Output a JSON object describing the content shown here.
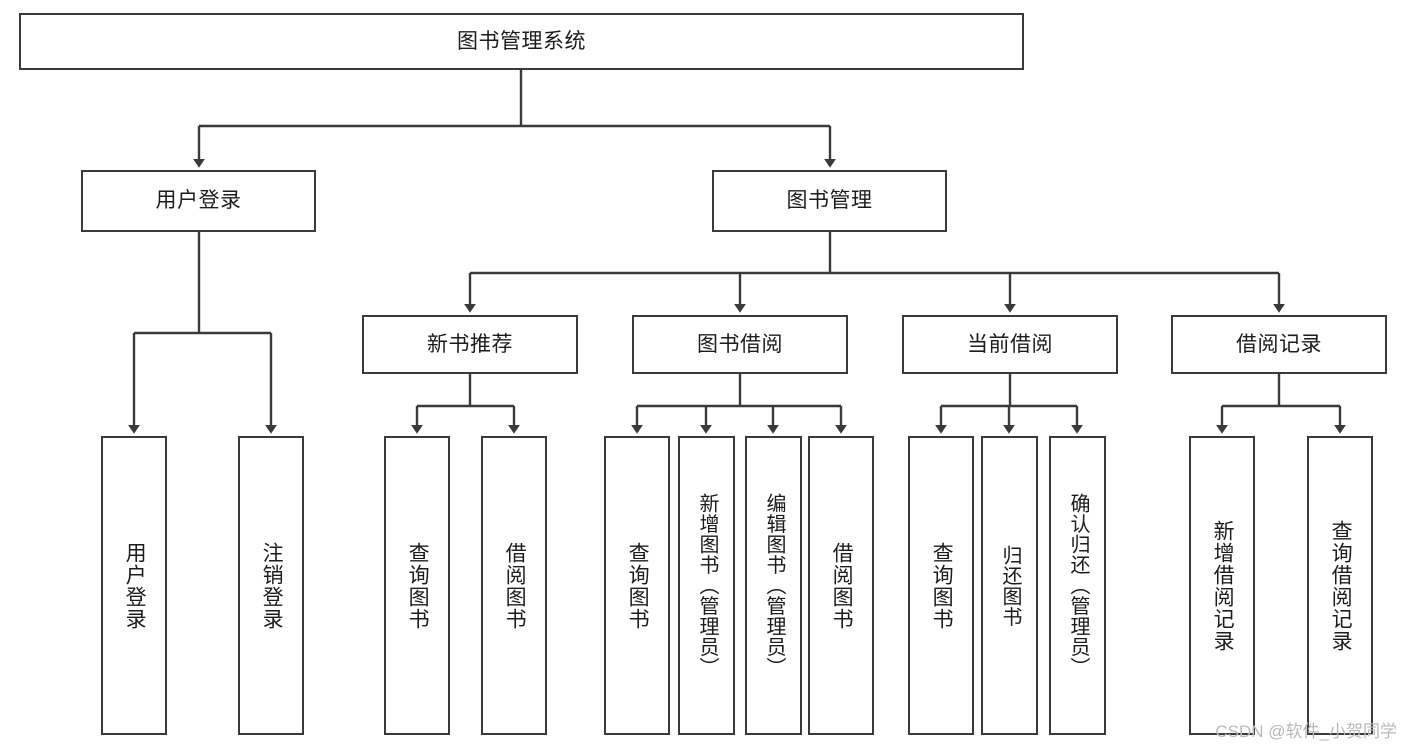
{
  "diagram": {
    "type": "tree-hierarchy",
    "title": "图书管理系统",
    "orientation": "top-down",
    "colors": {
      "box_border": "#3a3a3a",
      "box_fill": "#ffffff",
      "connector": "#3a3a3a",
      "text": "#1c1c1c",
      "watermark": "#b9b9b9",
      "background": "#ffffff"
    },
    "levels": [
      {
        "level": 1,
        "nodes": [
          {
            "id": "root",
            "label": "图书管理系统"
          }
        ]
      },
      {
        "level": 2,
        "nodes": [
          {
            "id": "login",
            "label": "用户登录",
            "parent": "root"
          },
          {
            "id": "bookmgmt",
            "label": "图书管理",
            "parent": "root"
          }
        ]
      },
      {
        "level": 3,
        "nodes": [
          {
            "id": "newbook",
            "label": "新书推荐",
            "parent": "bookmgmt"
          },
          {
            "id": "borrow",
            "label": "图书借阅",
            "parent": "bookmgmt"
          },
          {
            "id": "current",
            "label": "当前借阅",
            "parent": "bookmgmt"
          },
          {
            "id": "records",
            "label": "借阅记录",
            "parent": "bookmgmt"
          }
        ]
      },
      {
        "level": 4,
        "nodes": [
          {
            "id": "leaf1",
            "label": "用户登录",
            "parent": "login"
          },
          {
            "id": "leaf2",
            "label": "注销登录",
            "parent": "login"
          },
          {
            "id": "leaf3",
            "label": "查询图书",
            "parent": "newbook"
          },
          {
            "id": "leaf4",
            "label": "借阅图书",
            "parent": "newbook"
          },
          {
            "id": "leaf5",
            "label": "查询图书",
            "parent": "borrow"
          },
          {
            "id": "leaf6",
            "label": "新增图书（管理员）",
            "parent": "borrow"
          },
          {
            "id": "leaf7",
            "label": "编辑图书（管理员）",
            "parent": "borrow"
          },
          {
            "id": "leaf8",
            "label": "借阅图书",
            "parent": "borrow"
          },
          {
            "id": "leaf9",
            "label": "查询图书",
            "parent": "current"
          },
          {
            "id": "leaf10",
            "label": "归还图书",
            "parent": "current"
          },
          {
            "id": "leaf11",
            "label": "确认归还（管理员）",
            "parent": "current"
          },
          {
            "id": "leaf12",
            "label": "新增借阅记录",
            "parent": "records"
          },
          {
            "id": "leaf13",
            "label": "查询借阅记录",
            "parent": "records"
          }
        ]
      }
    ]
  },
  "watermark": {
    "text": "CSDN @软件_小贺同学"
  }
}
